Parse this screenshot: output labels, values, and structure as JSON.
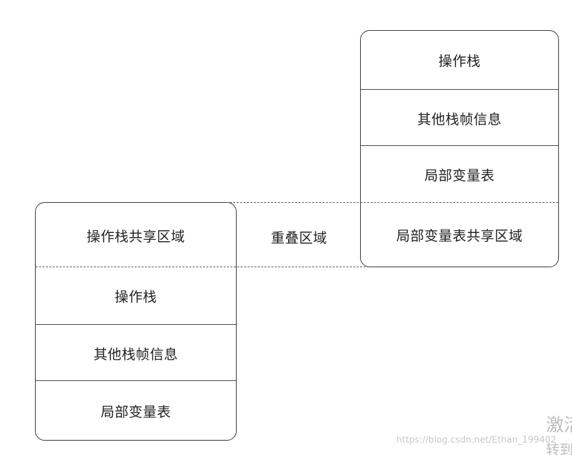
{
  "upper_frame": {
    "rows": [
      "操作栈",
      "其他栈帧信息",
      "局部变量表",
      "局部变量表共享区域"
    ]
  },
  "lower_frame": {
    "rows": [
      "操作栈共享区域",
      "操作栈",
      "其他栈帧信息",
      "局部变量表"
    ]
  },
  "overlap_label": "重叠区域",
  "watermark": {
    "url": "https://blog.csdn.net/Ethan_199402",
    "text": "激活",
    "text2": "转到"
  }
}
